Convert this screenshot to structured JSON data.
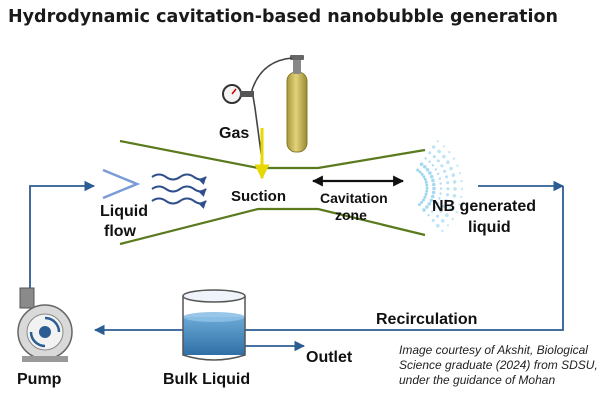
{
  "title": "Hydrodynamic cavitation-based nanobubble generation",
  "labels": {
    "gas": "Gas",
    "liquid_flow_line1": "Liquid",
    "liquid_flow_line2": "flow",
    "suction": "Suction",
    "cavitation_line1": "Cavitation",
    "cavitation_line2": "zone",
    "nb_line1": "NB generated",
    "nb_line2": "liquid",
    "recirculation": "Recirculation",
    "bulk_liquid": "Bulk Liquid",
    "outlet": "Outlet",
    "pump": "Pump"
  },
  "credit": {
    "line1": "Image courtesy of Akshit, Biological",
    "line2": "Science graduate (2024) from SDSU,",
    "line3": "under the guidance of Mohan"
  },
  "colors": {
    "venturi": "#5a7a1e",
    "flow_line": "#2b5d93",
    "gas_arrow": "#e6d800",
    "gas_cylinder": "#c9b84a",
    "wave_arrows": "#2f4f8c",
    "bubbles": "#7ec8ea",
    "water": "#3b7fb3"
  },
  "icons": [
    "gas-cylinder-icon",
    "pressure-gauge-icon",
    "pump-icon",
    "tank-icon"
  ]
}
